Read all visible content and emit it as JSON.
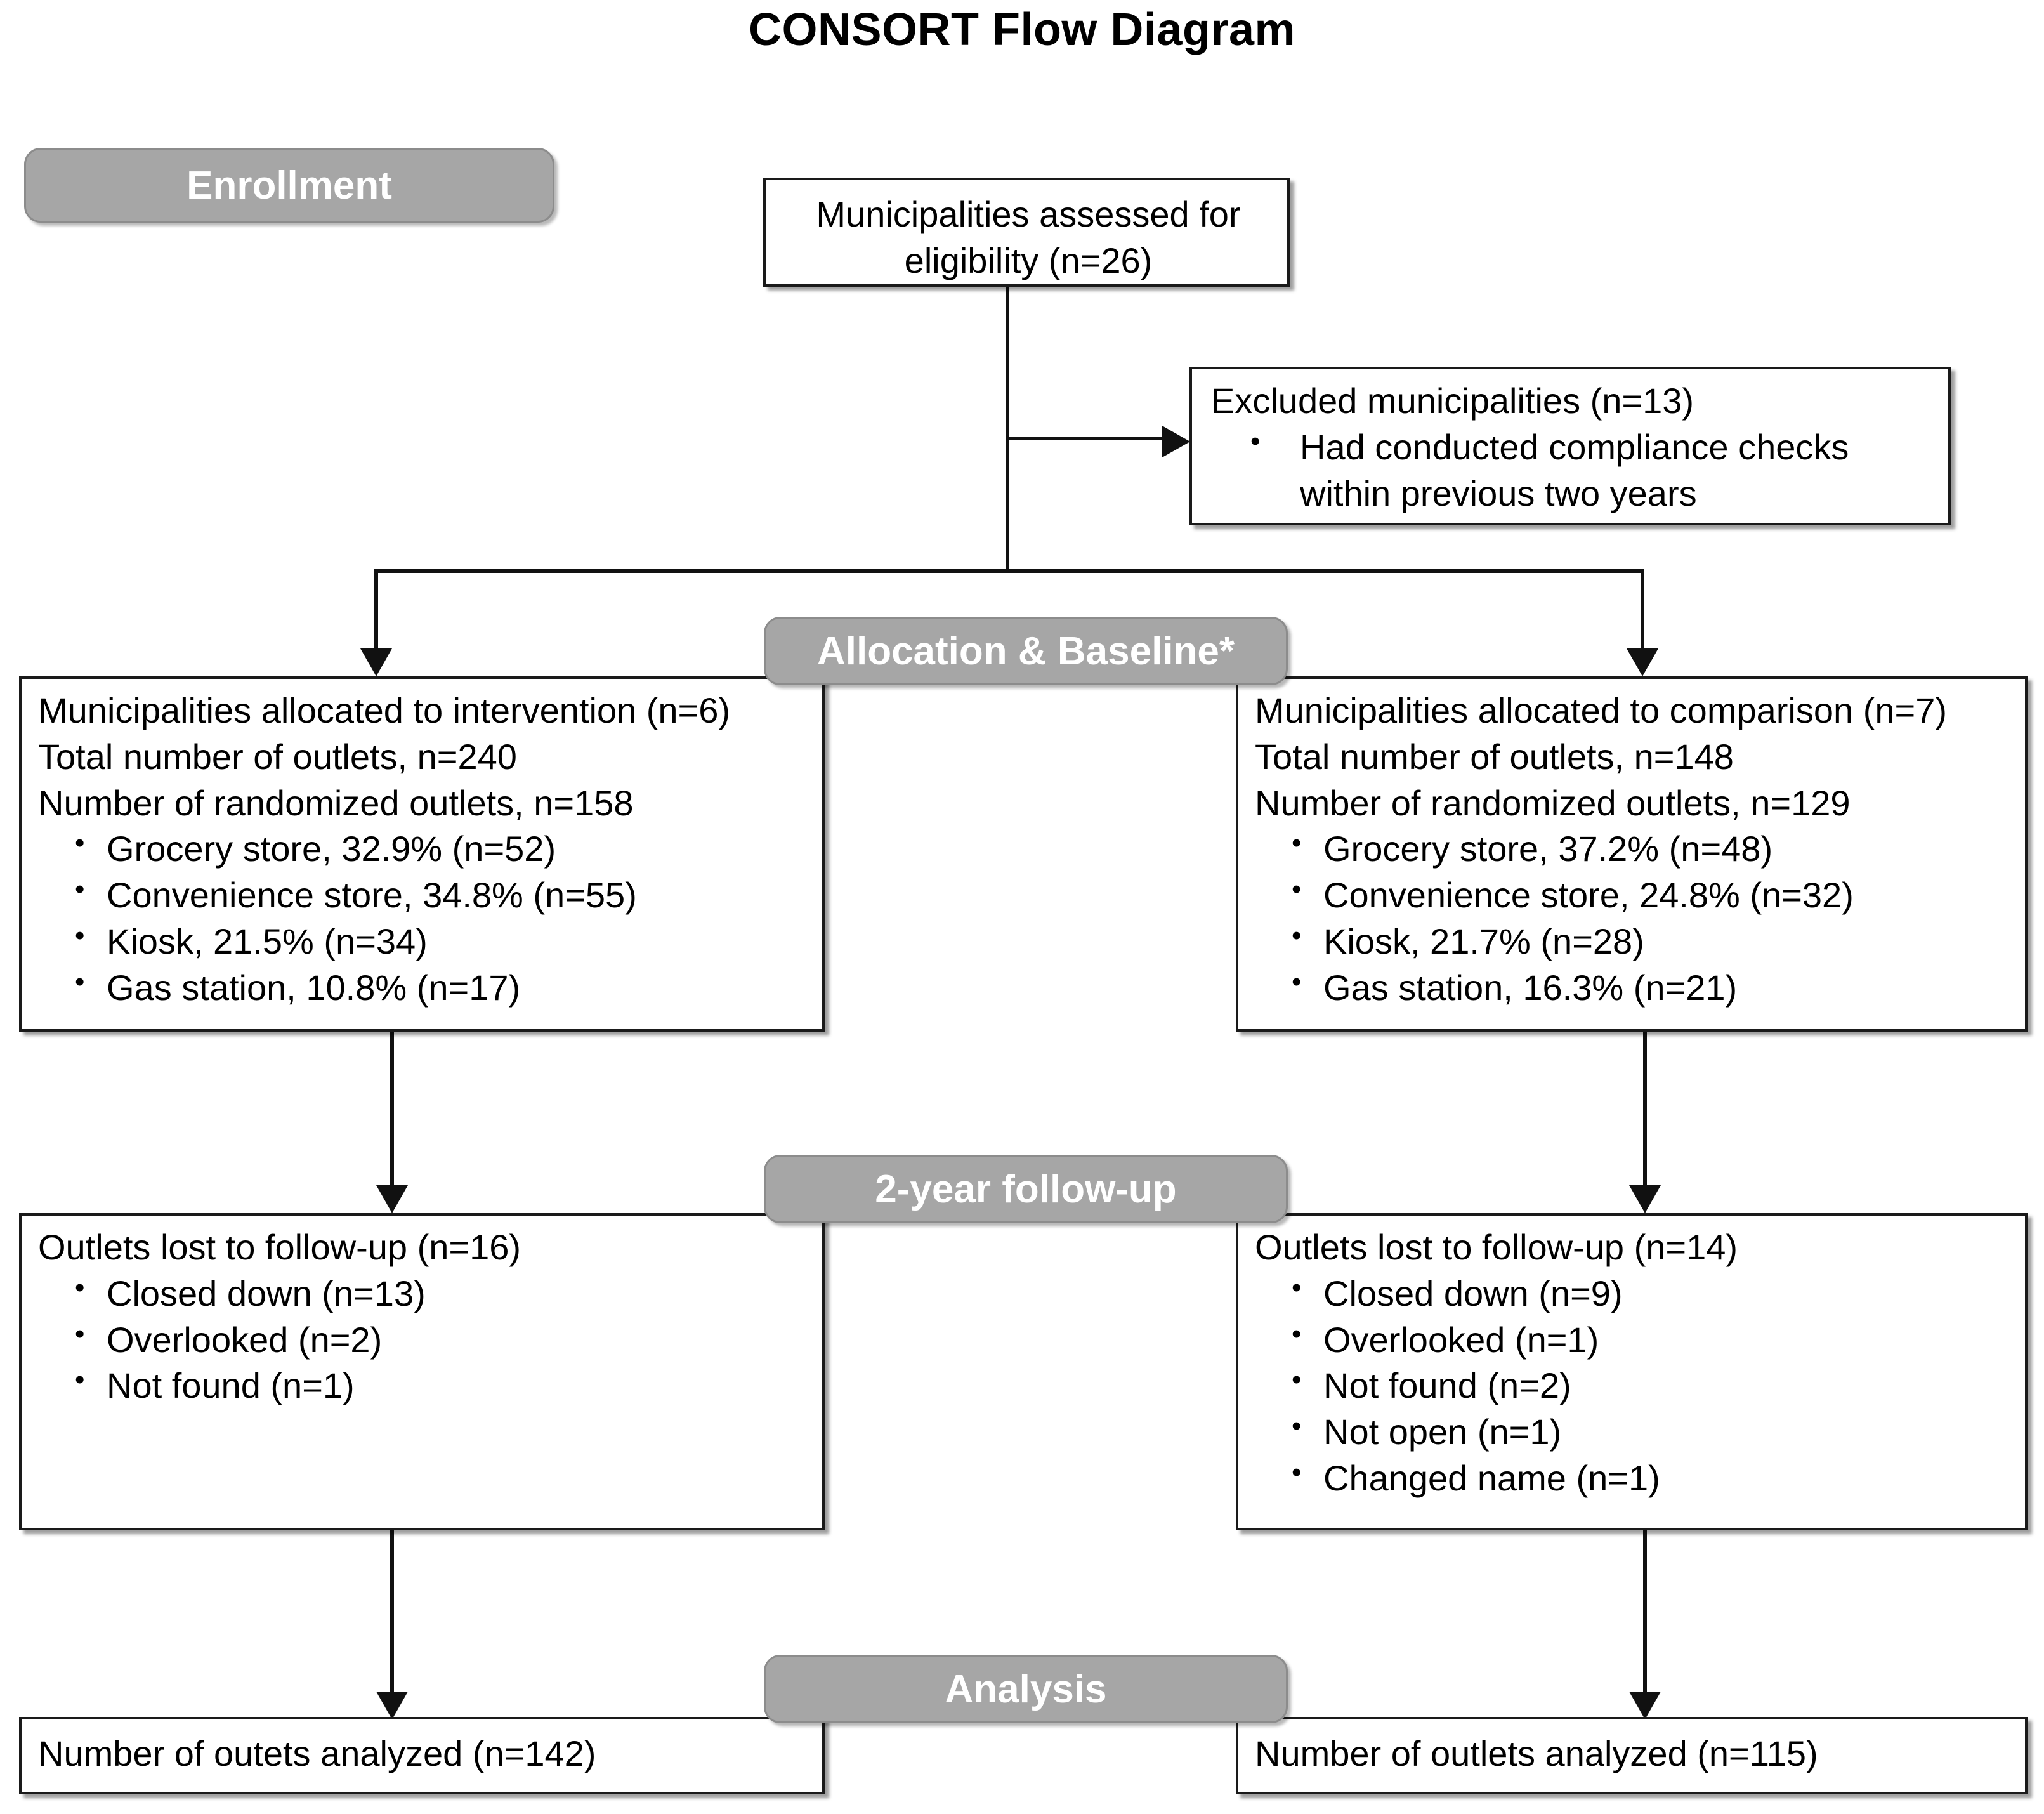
{
  "title": "CONSORT Flow Diagram",
  "colors": {
    "stage_fill": "#a6a6a6",
    "stage_border": "#8c8c8c",
    "stage_text": "#ffffff",
    "box_border": "#1a1a1a",
    "box_fill": "#ffffff",
    "connector": "#111111",
    "page_background": "#ffffff"
  },
  "stages": {
    "enrollment": "Enrollment",
    "allocation": "Allocation & Baseline*",
    "followup": "2-year follow-up",
    "analysis": "Analysis"
  },
  "boxes": {
    "assessed": {
      "line1": "Municipalities assessed for",
      "line2": "eligibility (n=26)"
    },
    "excluded": {
      "header": "Excluded municipalities (n=13)",
      "bullets": [
        "Had conducted compliance checks within previous two years"
      ]
    },
    "allocation_intervention": {
      "line1": "Municipalities allocated to intervention (n=6)",
      "line2": "Total number of outlets, n=240",
      "line3": "Number of randomized outlets, n=158",
      "bullets": [
        "Grocery store, 32.9% (n=52)",
        "Convenience store, 34.8% (n=55)",
        "Kiosk, 21.5% (n=34)",
        "Gas station, 10.8% (n=17)"
      ]
    },
    "allocation_comparison": {
      "line1": "Municipalities allocated to comparison (n=7)",
      "line2": "Total number of outlets, n=148",
      "line3": "Number of randomized outlets, n=129",
      "bullets": [
        "Grocery store, 37.2% (n=48)",
        "Convenience store, 24.8% (n=32)",
        "Kiosk, 21.7% (n=28)",
        "Gas station, 16.3% (n=21)"
      ]
    },
    "followup_intervention": {
      "header": "Outlets lost to follow-up (n=16)",
      "bullets": [
        "Closed down (n=13)",
        "Overlooked (n=2)",
        "Not found (n=1)"
      ]
    },
    "followup_comparison": {
      "header": "Outlets lost to follow-up (n=14)",
      "bullets": [
        "Closed down (n=9)",
        "Overlooked (n=1)",
        "Not found (n=2)",
        "Not open (n=1)",
        "Changed name (n=1)"
      ]
    },
    "analysis_intervention": {
      "line1": "Number of outets analyzed (n=142)"
    },
    "analysis_comparison": {
      "line1": "Number of outlets analyzed (n=115)"
    }
  },
  "chart_data": {
    "type": "diagram",
    "title": "CONSORT Flow Diagram",
    "nodes": [
      {
        "id": "assessed",
        "stage": "Enrollment",
        "label": "Municipalities assessed for eligibility",
        "n": 26
      },
      {
        "id": "excluded",
        "stage": "Enrollment",
        "label": "Excluded municipalities",
        "n": 13,
        "reasons": [
          {
            "label": "Had conducted compliance checks within previous two years",
            "n": 13
          }
        ]
      },
      {
        "id": "allocation_intervention",
        "stage": "Allocation & Baseline*",
        "label": "Municipalities allocated to intervention",
        "n": 6,
        "total_outlets": 240,
        "randomized_outlets": 158,
        "breakdown": [
          {
            "label": "Grocery store",
            "pct": 32.9,
            "n": 52
          },
          {
            "label": "Convenience store",
            "pct": 34.8,
            "n": 55
          },
          {
            "label": "Kiosk",
            "pct": 21.5,
            "n": 34
          },
          {
            "label": "Gas station",
            "pct": 10.8,
            "n": 17
          }
        ]
      },
      {
        "id": "allocation_comparison",
        "stage": "Allocation & Baseline*",
        "label": "Municipalities allocated to comparison",
        "n": 7,
        "total_outlets": 148,
        "randomized_outlets": 129,
        "breakdown": [
          {
            "label": "Grocery store",
            "pct": 37.2,
            "n": 48
          },
          {
            "label": "Convenience store",
            "pct": 24.8,
            "n": 32
          },
          {
            "label": "Kiosk",
            "pct": 21.7,
            "n": 28
          },
          {
            "label": "Gas station",
            "pct": 16.3,
            "n": 21
          }
        ]
      },
      {
        "id": "followup_intervention",
        "stage": "2-year follow-up",
        "label": "Outlets lost to follow-up",
        "n": 16,
        "reasons": [
          {
            "label": "Closed down",
            "n": 13
          },
          {
            "label": "Overlooked",
            "n": 2
          },
          {
            "label": "Not found",
            "n": 1
          }
        ]
      },
      {
        "id": "followup_comparison",
        "stage": "2-year follow-up",
        "label": "Outlets lost to follow-up",
        "n": 14,
        "reasons": [
          {
            "label": "Closed down",
            "n": 9
          },
          {
            "label": "Overlooked",
            "n": 1
          },
          {
            "label": "Not found",
            "n": 2
          },
          {
            "label": "Not open",
            "n": 1
          },
          {
            "label": "Changed name",
            "n": 1
          }
        ]
      },
      {
        "id": "analysis_intervention",
        "stage": "Analysis",
        "label": "Number of outets analyzed",
        "n": 142
      },
      {
        "id": "analysis_comparison",
        "stage": "Analysis",
        "label": "Number of outlets analyzed",
        "n": 115
      }
    ],
    "edges": [
      {
        "from": "assessed",
        "to": "excluded"
      },
      {
        "from": "assessed",
        "to": "allocation_intervention"
      },
      {
        "from": "assessed",
        "to": "allocation_comparison"
      },
      {
        "from": "allocation_intervention",
        "to": "followup_intervention"
      },
      {
        "from": "allocation_comparison",
        "to": "followup_comparison"
      },
      {
        "from": "followup_intervention",
        "to": "analysis_intervention"
      },
      {
        "from": "followup_comparison",
        "to": "analysis_comparison"
      }
    ]
  }
}
